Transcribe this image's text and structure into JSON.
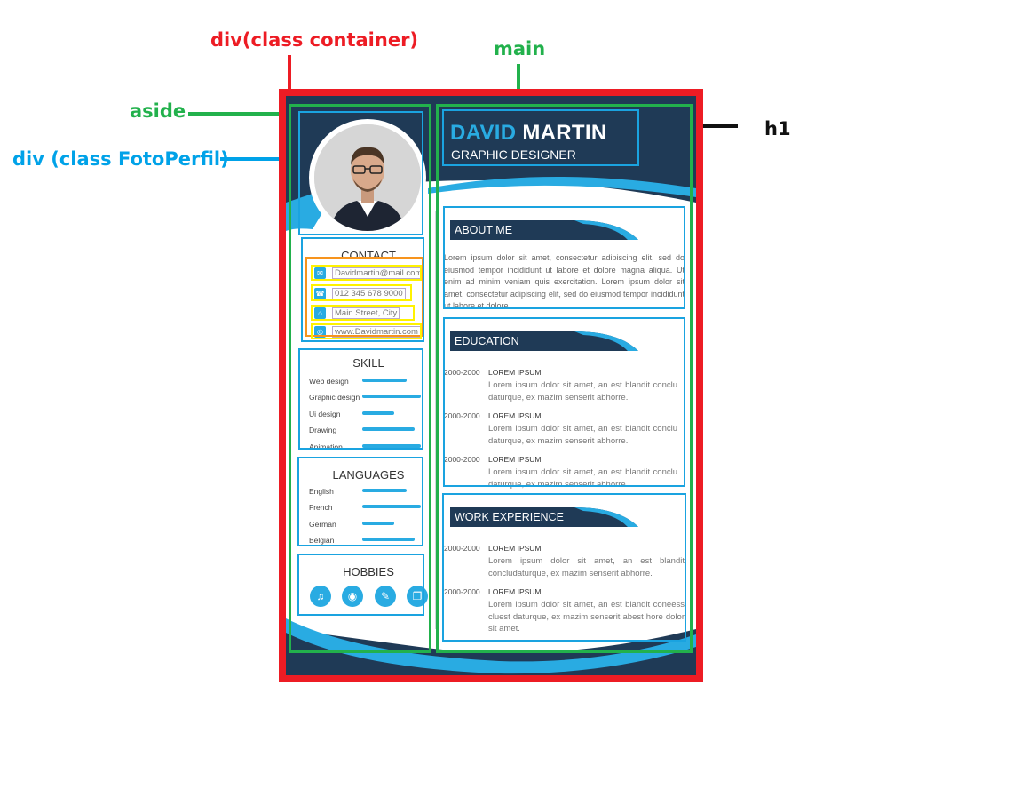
{
  "annotations": {
    "container": "div(class container)",
    "main": "main",
    "aside": "aside",
    "foto_perfil": "div (class FotoPerfil)",
    "h1": "h1"
  },
  "resume": {
    "first_name": "DAVID",
    "last_name": "MARTIN",
    "role": "GRAPHIC DESIGNER",
    "contact": {
      "title": "CONTACT",
      "items": [
        {
          "icon": "mail-icon",
          "text": "Davidmartin@mail.com"
        },
        {
          "icon": "phone-icon",
          "text": "012 345 678 9000"
        },
        {
          "icon": "location-icon",
          "text": "Main Street, City"
        },
        {
          "icon": "web-icon",
          "text": "www.Davidmartin.com"
        }
      ]
    },
    "skill": {
      "title": "SKILL",
      "items": [
        {
          "label": "Web design",
          "level": 0.75
        },
        {
          "label": "Graphic design",
          "level": 1.0
        },
        {
          "label": "Ui design",
          "level": 0.55
        },
        {
          "label": "Drawing",
          "level": 0.9
        },
        {
          "label": "Animation",
          "level": 1.0
        }
      ]
    },
    "languages": {
      "title": "LANGUAGES",
      "items": [
        {
          "label": "English",
          "level": 0.75
        },
        {
          "label": "French",
          "level": 1.0
        },
        {
          "label": "German",
          "level": 0.55
        },
        {
          "label": "Belgian",
          "level": 0.9
        }
      ]
    },
    "hobbies": {
      "title": "HOBBIES",
      "icons": [
        "music-icon",
        "camera-icon",
        "pencil-icon",
        "book-icon"
      ]
    },
    "about": {
      "title": "ABOUT ME",
      "text": "Lorem ipsum dolor sit amet, consectetur adipiscing elit, sed do eiusmod tempor incididunt ut labore et dolore magna aliqua. Ut enim ad minim veniam quis exercitation. Lorem ipsum dolor sit amet, consectetur adipiscing elit, sed do eiusmod tempor incididunt ut labore et dolore."
    },
    "education": {
      "title": "EDUCATION",
      "items": [
        {
          "year": "2000-2000",
          "heading": "LOREM IPSUM",
          "text": "Lorem ipsum dolor sit amet, an est blandit conclu daturque, ex mazim senserit abhorre."
        },
        {
          "year": "2000-2000",
          "heading": "LOREM IPSUM",
          "text": "Lorem ipsum dolor sit amet, an est blandit conclu daturque, ex mazim senserit abhorre."
        },
        {
          "year": "2000-2000",
          "heading": "LOREM IPSUM",
          "text": "Lorem ipsum dolor sit amet, an est blandit conclu daturque, ex mazim senserit abhorre."
        }
      ]
    },
    "work": {
      "title": "WORK EXPERIENCE",
      "items": [
        {
          "year": "2000-2000",
          "heading": "LOREM IPSUM",
          "text": "Lorem ipsum dolor sit amet, an est blandit concludaturque, ex mazim senserit abhorre."
        },
        {
          "year": "2000-2000",
          "heading": "LOREM IPSUM",
          "text": "Lorem ipsum dolor sit amet, an est blandit coneess cluest daturque, ex mazim senserit abest hore dolor sit amet."
        }
      ]
    }
  },
  "colors": {
    "container_outline": "#ed1c24",
    "semantic_outline": "#22b14c",
    "element_outline": "#1aa3e0",
    "navy": "#1f3a56",
    "accent": "#29abe2"
  }
}
